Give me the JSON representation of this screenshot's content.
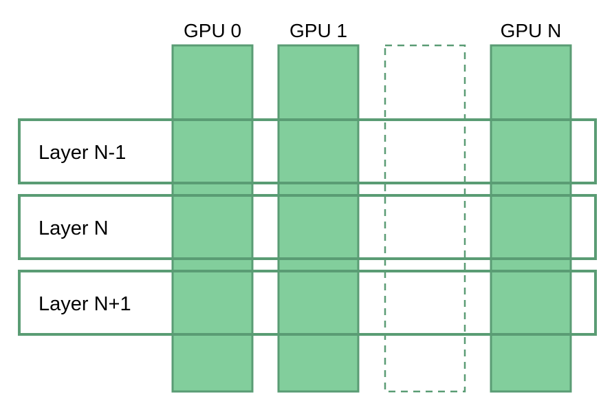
{
  "colors": {
    "gpu_fill": "#82CE9C",
    "stroke": "#5A9C74",
    "text": "#000000",
    "background": "#FFFFFF"
  },
  "gpus": [
    {
      "label": "GPU 0",
      "style": "solid"
    },
    {
      "label": "GPU 1",
      "style": "solid"
    },
    {
      "label": "",
      "style": "dashed"
    },
    {
      "label": "GPU N",
      "style": "solid"
    }
  ],
  "layers": [
    {
      "label": "Layer N-1"
    },
    {
      "label": "Layer N"
    },
    {
      "label": "Layer N+1"
    }
  ]
}
